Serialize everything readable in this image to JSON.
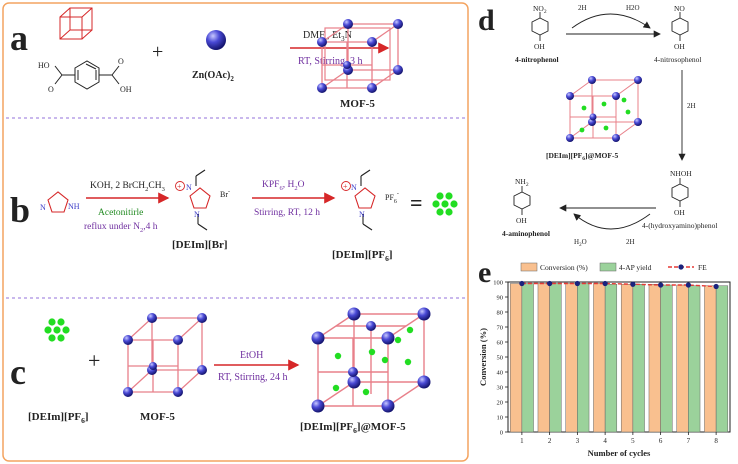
{
  "panels": {
    "a": {
      "letter": "a",
      "plus": "+",
      "reactant1_ho_top": "HO",
      "reactant1_o_top": "O",
      "reactant1_o_bottom": "O",
      "reactant1_oh": "OH",
      "reactant2": "Zn(OAc)",
      "reactant2_sub": "2",
      "cond_top": "DMF , Et",
      "cond_top_sub": "3",
      "cond_top_end": "N",
      "cond_bottom": "RT, Stirring, 3 h",
      "product": "MOF-5"
    },
    "b": {
      "letter": "b",
      "imidazole_nh": "N",
      "imidazole_h": "H",
      "step1_top": "KOH, 2 BrCH",
      "step1_top_sub1": "2",
      "step1_top_mid": "CH",
      "step1_top_sub2": "3",
      "step1_mid": "Acetonitirle",
      "step1_bottom": "reflux under N",
      "step1_bottom_sub": "2",
      "step1_bottom_end": ",4 h",
      "int_label": "[DEIm][Br]",
      "int_anion": "Br",
      "int_anion_sup": "-",
      "step2_top": "KPF",
      "step2_top_sub": "6",
      "step2_top_end": ", H",
      "step2_top_sub2": "2",
      "step2_top_end2": "O",
      "step2_bottom": "Stirring, RT, 12 h",
      "prod_label": "[DEIm][PF",
      "prod_label_sub": "6",
      "prod_label_end": "]",
      "prod_anion": "PF",
      "prod_anion_sub": "6",
      "prod_anion_sup": "-",
      "equals": "=",
      "n_plus": "N",
      "n_plain": "N",
      "plus_sign": "+"
    },
    "c": {
      "letter": "c",
      "plus": "+",
      "il_label": "[DEIm][PF",
      "il_label_sub": "6",
      "il_label_end": "]",
      "mof_label": "MOF-5",
      "cond_top": "EtOH",
      "cond_bottom": "RT, Stirring, 24 h",
      "product_label": "[DEIm][PF",
      "product_label_sub": "6",
      "product_label_end": "]@MOF-5"
    },
    "d": {
      "letter": "d",
      "nitro": "NO",
      "nitro_sub": "2",
      "oh1": "OH",
      "name1": "4-nitrophenol",
      "step1_top": "2H",
      "step1_right": "H2O",
      "nitroso": "NO",
      "oh2": "OH",
      "name2": "4-nitrosophenol",
      "step2": "2H",
      "catalyst": "[DEIm][PF",
      "catalyst_sub": "6",
      "catalyst_end": "]@MOF-5",
      "nhoh": "NHOH",
      "oh3": "OH",
      "name3": "4-(hydroxyamino)phenol",
      "step3_left": "H",
      "step3_left_sub": "2",
      "step3_left_end": "O",
      "step3_right": "2H",
      "nh2": "NH",
      "nh2_sub": "2",
      "oh4": "OH",
      "name4": "4-aminophenol"
    },
    "e": {
      "letter": "e"
    }
  },
  "colors": {
    "frame_orange": "#f4a460",
    "divider_purple": "#9370db",
    "red_arrow": "#d62728",
    "purple_text": "#7030a0",
    "green_text": "#228b22",
    "mof_edge": "#e8808a",
    "sphere": "#3b3bc8",
    "ionic_green": "#22dd22",
    "bar_orange": "#f9c08f",
    "bar_green": "#9bd29b",
    "fe_line": "#e53935",
    "fe_marker": "#1a237e"
  },
  "chart_data": {
    "type": "bar",
    "categories": [
      "1",
      "2",
      "3",
      "4",
      "5",
      "6",
      "7",
      "8"
    ],
    "series": [
      {
        "name": "Conversion (%)",
        "values": [
          99,
          99,
          99,
          99,
          98.5,
          98.5,
          98,
          97.5
        ]
      },
      {
        "name": "4-AP yield",
        "values": [
          99,
          99,
          99,
          98.5,
          98.5,
          98,
          97.5,
          97.5
        ]
      },
      {
        "name": "FE",
        "values": [
          99,
          99,
          99,
          99,
          98.5,
          98,
          98,
          97
        ],
        "style": "line"
      }
    ],
    "xlabel": "Number of cycles",
    "ylabel": "Conversion (%)",
    "ylim": [
      0,
      100
    ],
    "yticks": [
      "0",
      "10",
      "20",
      "30",
      "40",
      "50",
      "60",
      "70",
      "80",
      "90",
      "100"
    ],
    "legend_position": "top",
    "grid": false
  }
}
